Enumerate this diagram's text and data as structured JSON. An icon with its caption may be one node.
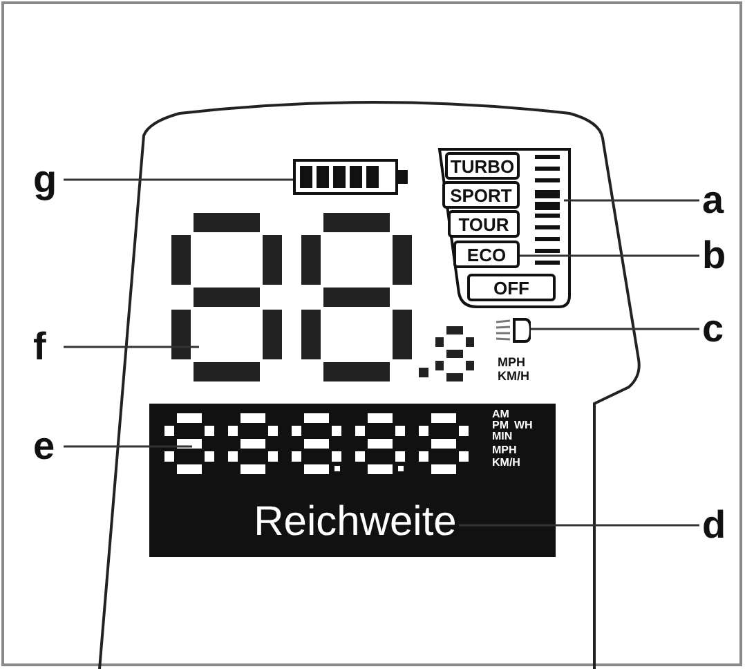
{
  "diagram": {
    "nodes": [
      {
        "text": [
          "TURBO"
        ]
      },
      {
        "text": [
          "SPORT"
        ]
      },
      {
        "text": [
          "TOUR"
        ]
      },
      {
        "text": [
          "ECO"
        ]
      },
      {
        "text": [
          "OFF"
        ]
      },
      {
        "text": [
          "Reichweite"
        ]
      },
      {
        "text": [],
        "shape": "bar"
      },
      {
        "text": [],
        "shape": "lamp"
      },
      {
        "text": [],
        "shape": "display"
      },
      {
        "text": [],
        "shape": "display"
      },
      {
        "text": [],
        "shape": "battery"
      },
      {
        "text": [
          "a"
        ]
      },
      {
        "text": [
          "b"
        ]
      },
      {
        "text": [
          "c"
        ]
      },
      {
        "text": [
          "d"
        ]
      },
      {
        "text": [
          "e"
        ]
      },
      {
        "text": [
          "f"
        ]
      },
      {
        "text": [
          "g"
        ]
      }
    ],
    "edges": [
      {
        "from": 11,
        "to": 6,
        "arrow": "none"
      },
      {
        "from": 12,
        "to": 3,
        "arrow": "none"
      },
      {
        "from": 13,
        "to": 7,
        "arrow": "none"
      },
      {
        "from": 14,
        "to": 5,
        "arrow": "none"
      },
      {
        "from": 15,
        "to": 9,
        "arrow": "none"
      },
      {
        "from": 16,
        "to": 8,
        "arrow": "none"
      },
      {
        "from": 17,
        "to": 10,
        "arrow": "none"
      }
    ],
    "labels": [
      "MPH",
      "KM/H",
      "AM",
      "PM",
      "WH",
      "MIN",
      "MPH",
      "KM/H"
    ]
  }
}
